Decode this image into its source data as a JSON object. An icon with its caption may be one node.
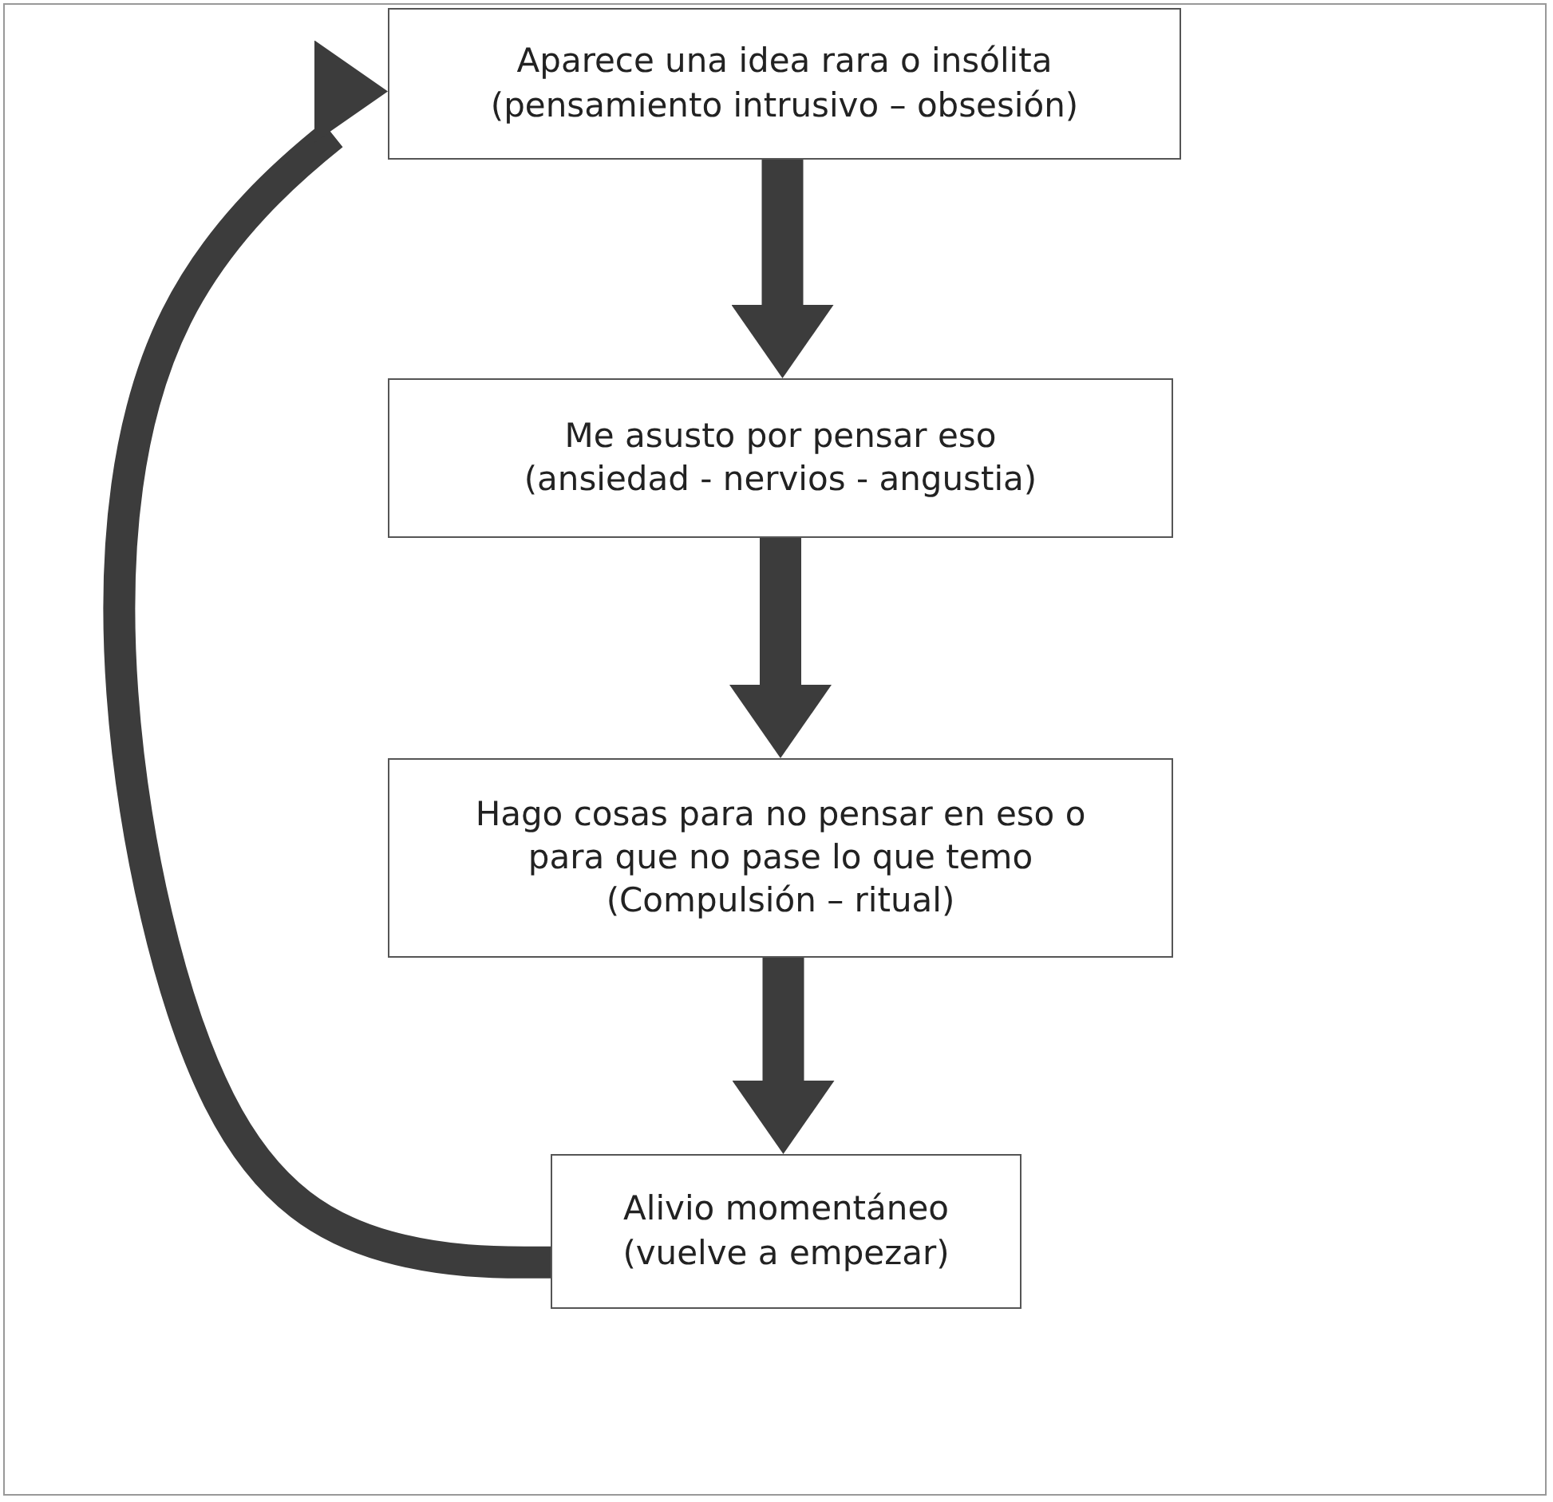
{
  "diagram": {
    "nodes": [
      {
        "text": [
          "Aparece una idea rara o insólita",
          "(pensamiento intrusivo – obsesión)"
        ]
      },
      {
        "text": [
          "Me asusto por pensar eso",
          "(ansiedad - nervios - angustia)"
        ]
      },
      {
        "text": [
          "Hago cosas para no pensar en eso o para que no pase lo que temo",
          "(Compulsión – ritual)"
        ]
      },
      {
        "text": [
          "Alivio momentáneo",
          "(vuelve a empezar)"
        ]
      }
    ],
    "edges": [
      {
        "from": 0,
        "to": 1,
        "arrow": "to"
      },
      {
        "from": 1,
        "to": 2,
        "arrow": "to"
      },
      {
        "from": 2,
        "to": 3,
        "arrow": "to"
      },
      {
        "from": 3,
        "to": 0,
        "arrow": "to"
      }
    ]
  }
}
